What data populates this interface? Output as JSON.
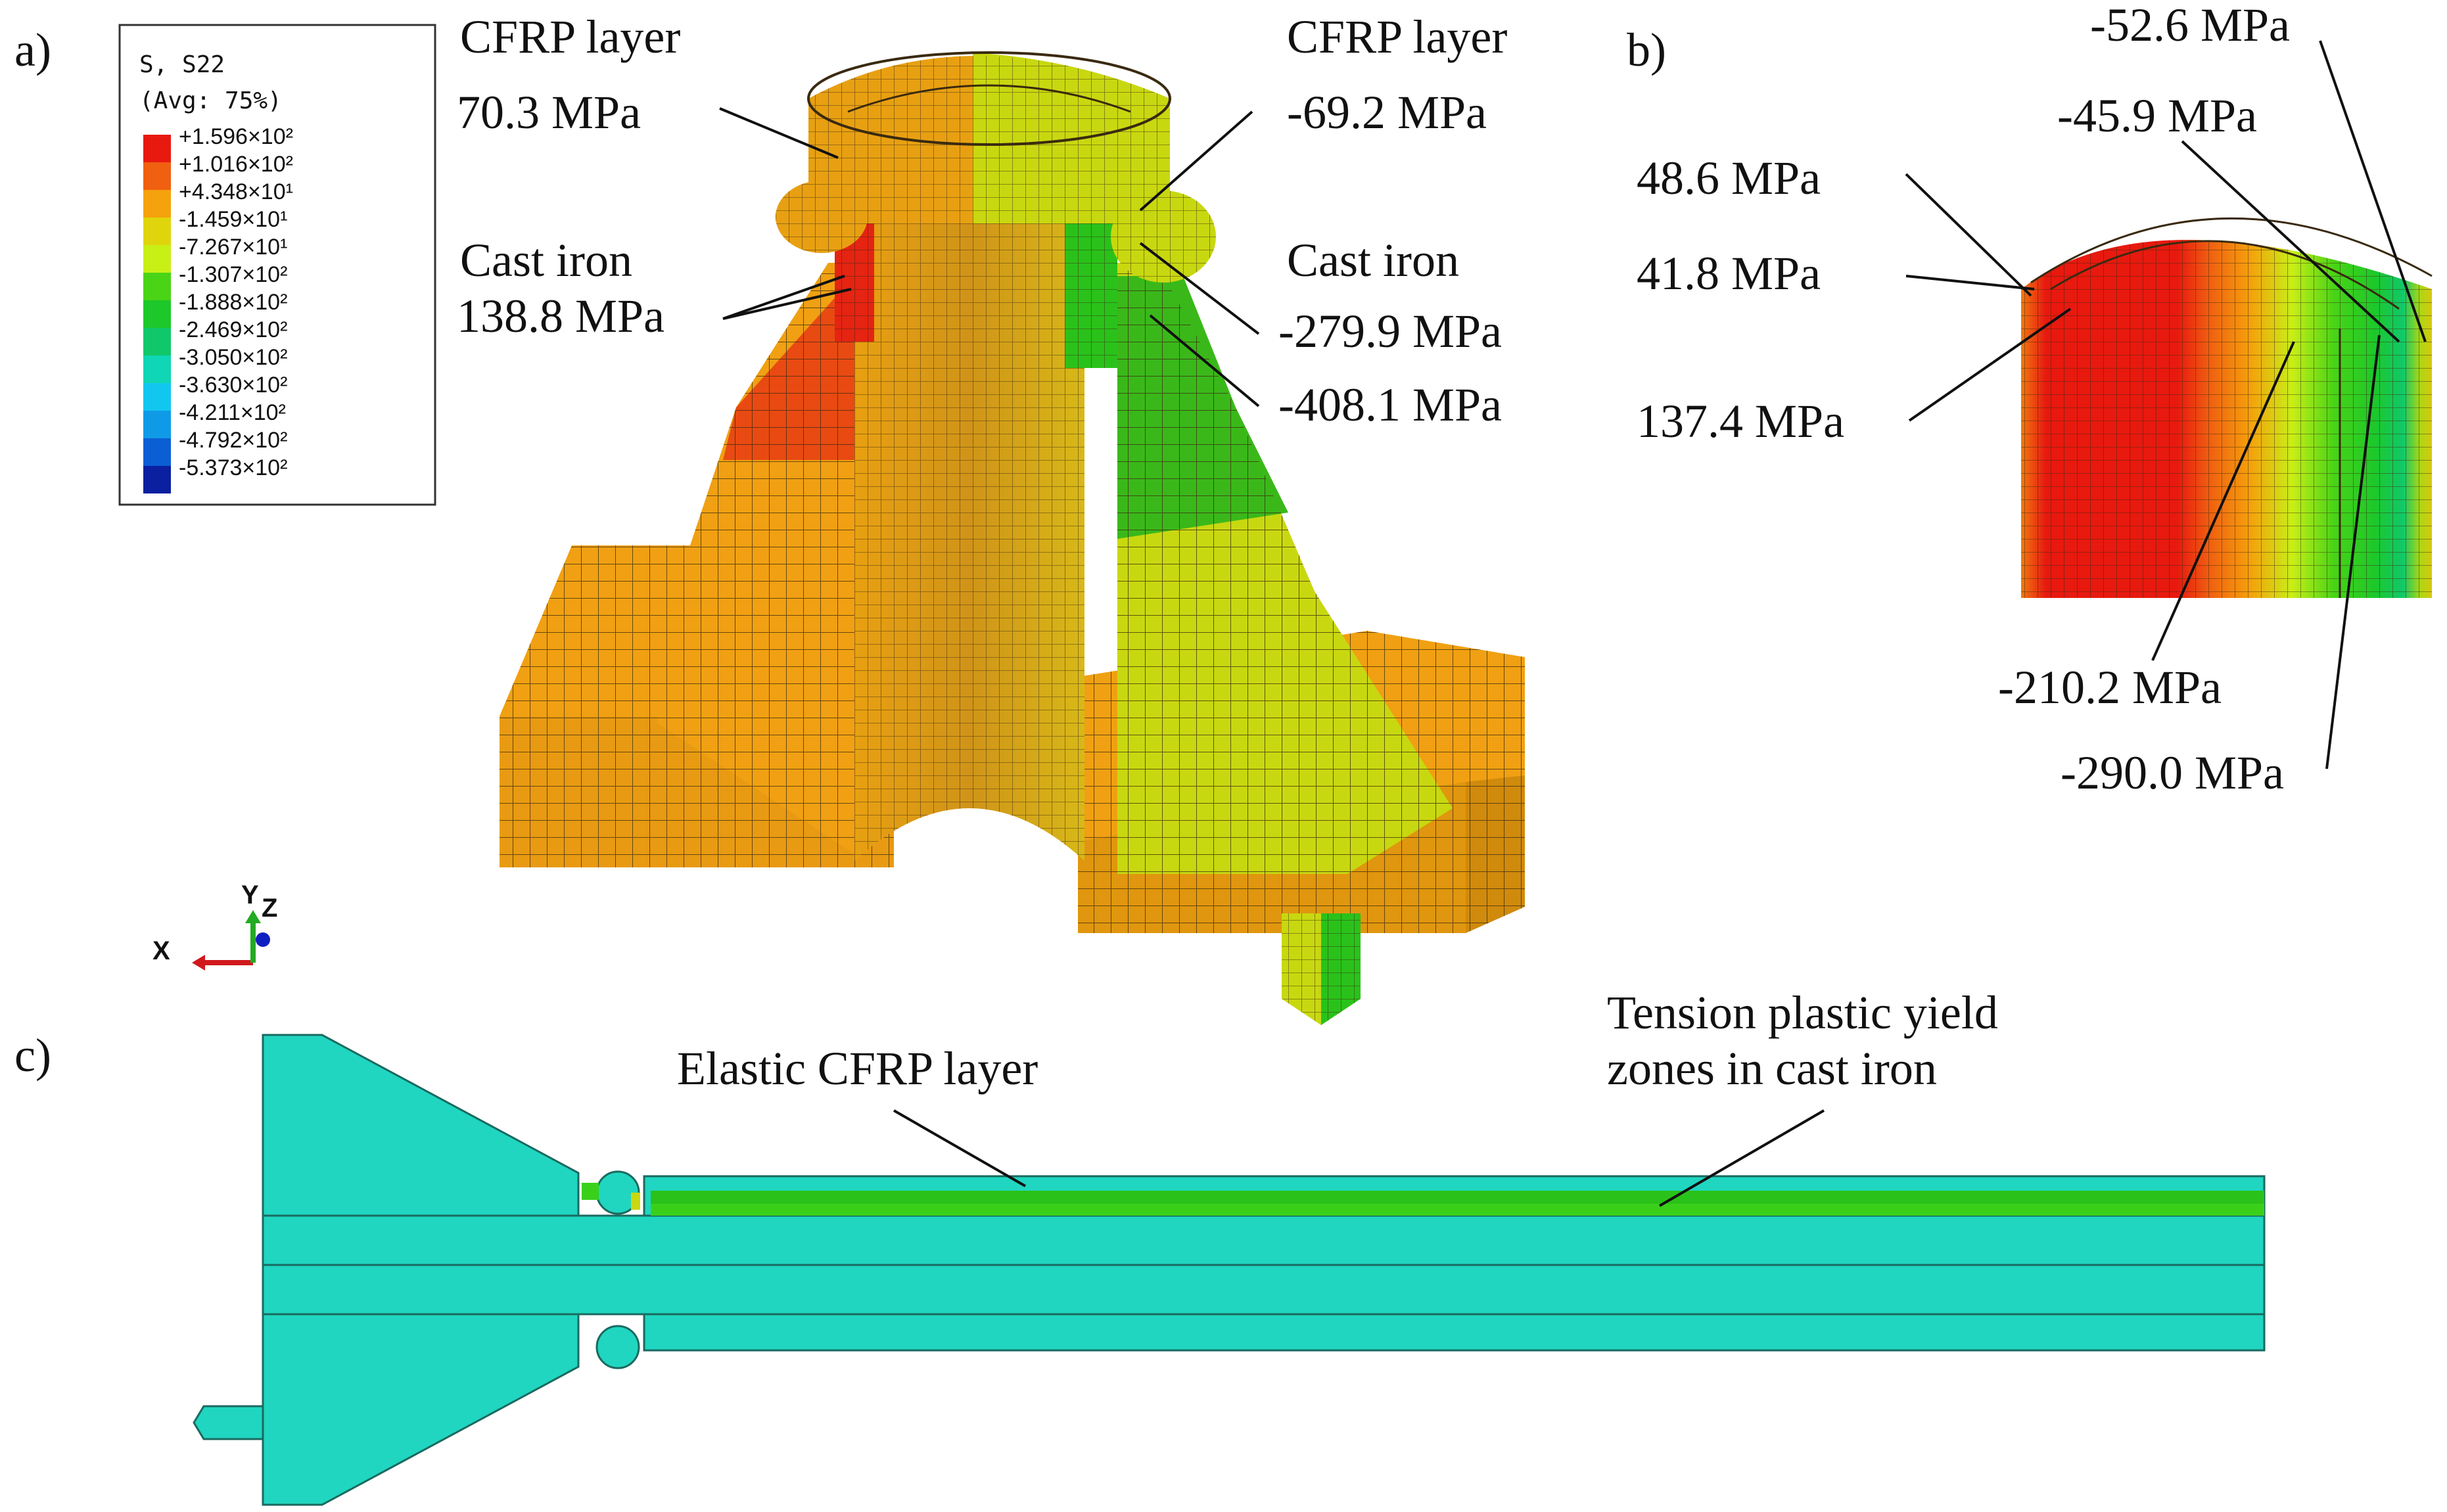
{
  "panels": {
    "a": "a)",
    "b": "b)",
    "c": "c)"
  },
  "legend": {
    "header": "S, S22",
    "subheader": "(Avg: 75%)",
    "entries": [
      {
        "value": "+1.596×10²",
        "color": "#e8190f"
      },
      {
        "value": "+1.016×10²",
        "color": "#f06010"
      },
      {
        "value": "+4.348×10¹",
        "color": "#f5a20c"
      },
      {
        "value": "-1.459×10¹",
        "color": "#e0d50c"
      },
      {
        "value": "-7.267×10¹",
        "color": "#c8ef16"
      },
      {
        "value": "-1.307×10²",
        "color": "#4ad416"
      },
      {
        "value": "-1.888×10²",
        "color": "#1dc82a"
      },
      {
        "value": "-2.469×10²",
        "color": "#10c86a"
      },
      {
        "value": "-3.050×10²",
        "color": "#0fd6b4"
      },
      {
        "value": "-3.630×10²",
        "color": "#12c7ef"
      },
      {
        "value": "-4.211×10²",
        "color": "#0f9ae8"
      },
      {
        "value": "-4.792×10²",
        "color": "#0b5ed4"
      },
      {
        "value": "-5.373×10²",
        "color": "#0a20a0"
      }
    ]
  },
  "axes_triad": {
    "x": "X",
    "y": "Y",
    "z": "Z"
  },
  "panel_a_labels": {
    "cfrp_left_title": "CFRP layer",
    "cfrp_left_value": "70.3 MPa",
    "cast_left_title": "Cast iron",
    "cast_left_value": "138.8 MPa",
    "cfrp_right_title": "CFRP layer",
    "cfrp_right_value": "-69.2 MPa",
    "cast_right_title": "Cast iron",
    "cast_right_value1": "-279.9 MPa",
    "cast_right_value2": "-408.1 MPa"
  },
  "panel_b_labels": {
    "v1": "48.6 MPa",
    "v2": "41.8 MPa",
    "v3": "137.4 MPa",
    "v4": "-52.6 MPa",
    "v5": "-45.9 MPa",
    "v6": "-210.2 MPa",
    "v7": "-290.0 MPa"
  },
  "panel_c_labels": {
    "elastic": "Elastic CFRP layer",
    "tension_line1": "Tension plastic yield",
    "tension_line2": "zones in cast iron"
  },
  "colors": {
    "orange_mesh": "#f0a012",
    "red": "#e52412",
    "green": "#2ac21a",
    "yellow_green": "#c8d810",
    "teal": "#20d6c0",
    "bright_green": "#3ad01a"
  }
}
